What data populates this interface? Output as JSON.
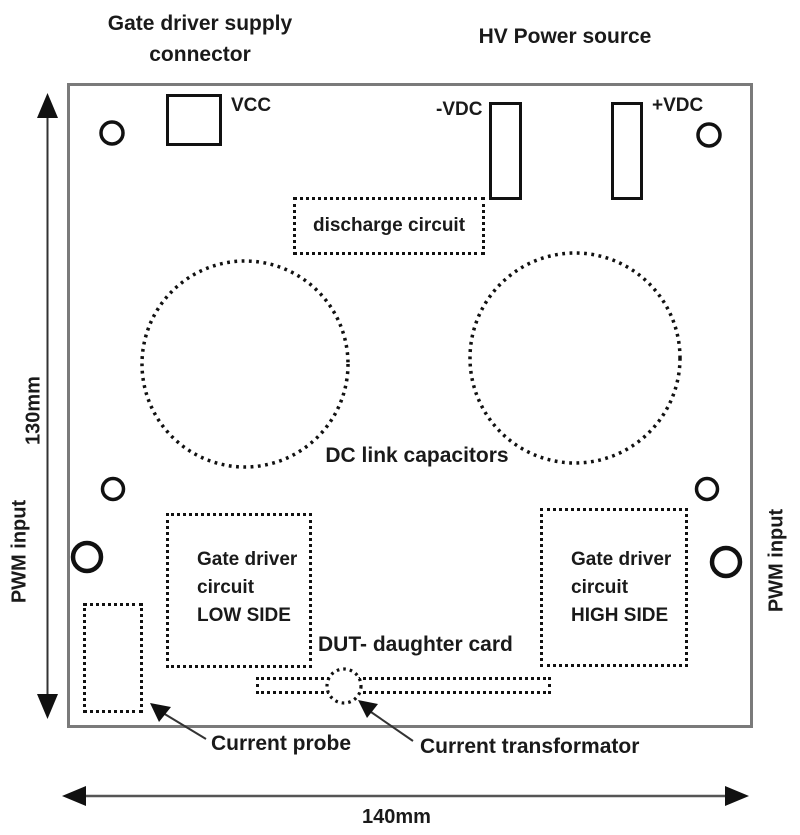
{
  "colors": {
    "ink": "#1a1a1a",
    "board_border": "#7a7a7a",
    "arrow_line": "#4d4d4d"
  },
  "top_labels": {
    "gate_driver_supply": {
      "line1": "Gate driver supply",
      "line2": "connector"
    },
    "hv_power_source": "HV Power source"
  },
  "board": {
    "vcc_label": "VCC",
    "neg_vdc_label": "-VDC",
    "pos_vdc_label": "+VDC",
    "discharge_label": "discharge circuit",
    "dc_link_label": "DC link capacitors",
    "gate_driver_low": {
      "line1": "Gate driver",
      "line2": "circuit",
      "line3": "LOW SIDE"
    },
    "gate_driver_high": {
      "line1": "Gate driver",
      "line2": "circuit",
      "line3": "HIGH SIDE"
    },
    "dut_label": "DUT- daughter card"
  },
  "annotations": {
    "current_probe": "Current probe",
    "current_transformator": "Current transformator"
  },
  "dimensions": {
    "height": "130mm",
    "width": "140mm",
    "pwm_left": "PWM input",
    "pwm_right": "PWM input"
  }
}
